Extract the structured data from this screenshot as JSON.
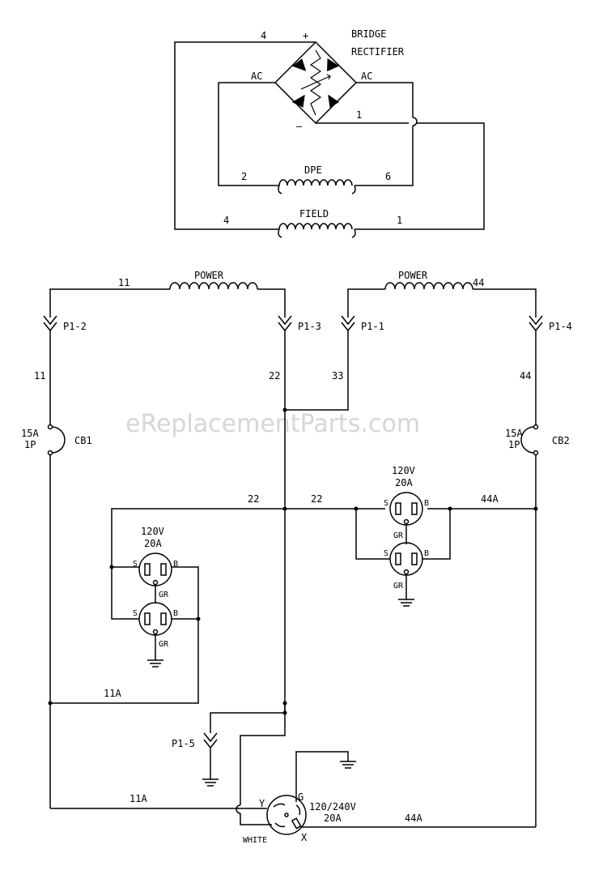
{
  "labels": {
    "bridge_title_1": "BRIDGE",
    "bridge_title_2": "RECTIFIER",
    "plus": "+",
    "minus": "–",
    "ac_left": "AC",
    "ac_right": "AC",
    "dpe": "DPE",
    "field": "FIELD",
    "power_left": "POWER",
    "power_right": "POWER",
    "p1_1": "P1-1",
    "p1_2": "P1-2",
    "p1_3": "P1-3",
    "p1_4": "P1-4",
    "p1_5": "P1-5",
    "cb1": "CB1",
    "cb2": "CB2",
    "cb1_rating_1": "15A",
    "cb1_rating_2": "1P",
    "cb2_rating_1": "15A",
    "cb2_rating_2": "1P",
    "recept_left_v": "120V",
    "recept_left_a": "20A",
    "recept_right_v": "120V",
    "recept_right_a": "20A",
    "twist_lock_v": "120/240V",
    "twist_lock_a": "20A",
    "white": "WHITE",
    "y": "Y",
    "x": "X",
    "g": "G",
    "s": "S",
    "b": "B",
    "gr": "GR",
    "watermark": "eReplacementParts.com"
  },
  "wires": {
    "w4": "4",
    "w1": "1",
    "w2": "2",
    "w6": "6",
    "w11": "11",
    "w22": "22",
    "w33": "33",
    "w44": "44",
    "w11a": "11A",
    "w44a": "44A"
  }
}
